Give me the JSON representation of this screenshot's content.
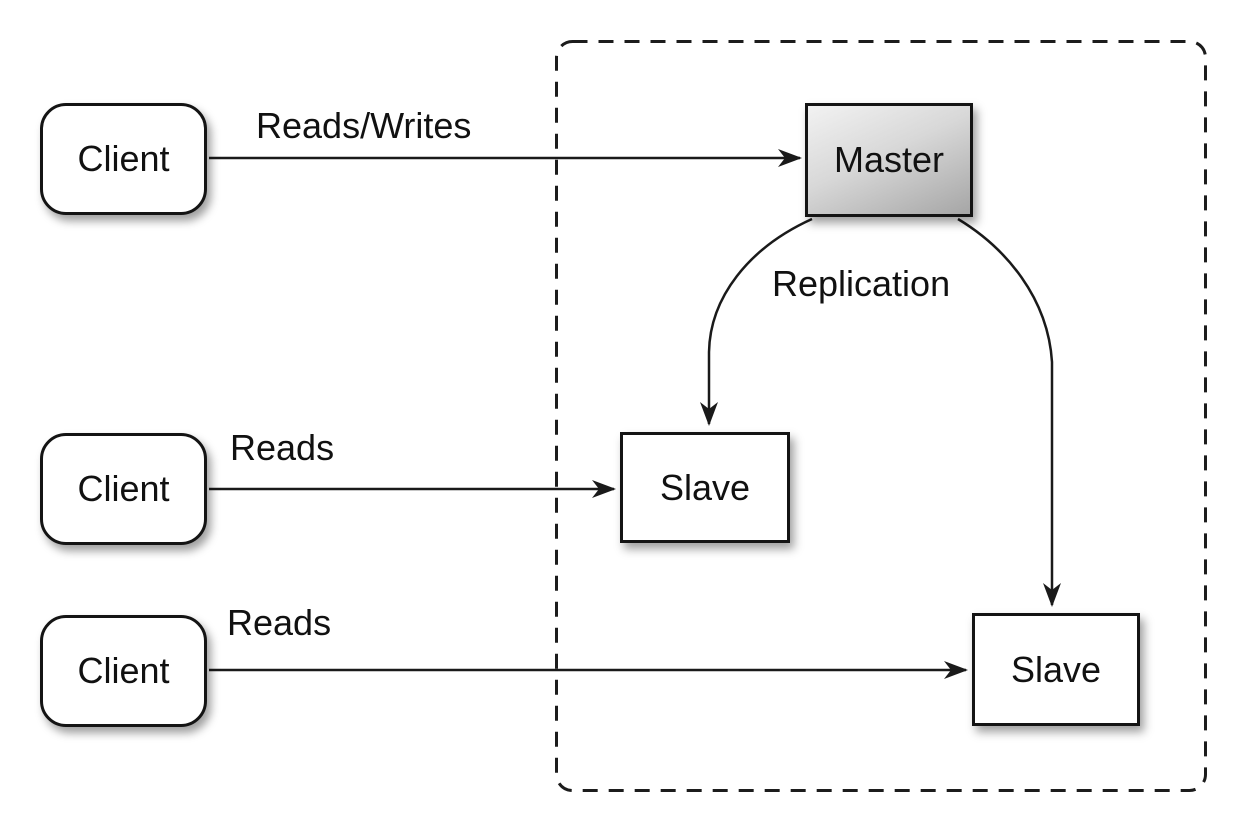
{
  "diagram": {
    "nodes": {
      "client_top": {
        "label": "Client"
      },
      "client_middle": {
        "label": "Client"
      },
      "client_bottom": {
        "label": "Client"
      },
      "master": {
        "label": "Master"
      },
      "slave_left": {
        "label": "Slave"
      },
      "slave_right": {
        "label": "Slave"
      }
    },
    "edges": {
      "reads_writes": {
        "label": "Reads/Writes"
      },
      "reads_middle": {
        "label": "Reads"
      },
      "reads_bottom": {
        "label": "Reads"
      },
      "replication": {
        "label": "Replication"
      }
    },
    "colors": {
      "background": "#ffffff",
      "stroke": "#1a1a1a",
      "node_border": "#141414",
      "node_fill": "#ffffff",
      "master_fill_light": "#f2f2f2",
      "master_fill_dark": "#a6a6a6",
      "text": "#111111"
    }
  }
}
